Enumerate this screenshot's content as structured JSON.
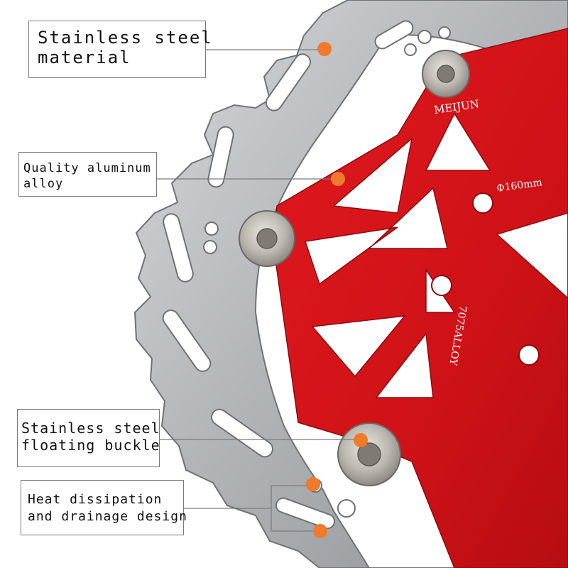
{
  "callouts": [
    {
      "lines": [
        "Stainless steel",
        "material"
      ]
    },
    {
      "lines": [
        "Quality aluminum",
        "alloy"
      ]
    },
    {
      "lines": [
        "Stainless steel",
        "floating buckle"
      ]
    },
    {
      "lines": [
        "Heat dissipation",
        "and drainage design"
      ]
    }
  ],
  "rotor": {
    "brand": "MEIJUN",
    "size": "Φ160mm",
    "alloy": "7075ALLOY"
  },
  "colors": {
    "steel": "#b9bcbf",
    "carrier_red": "#d8141a",
    "marker_orange": "#f07a2a",
    "background": "#ffffff"
  }
}
